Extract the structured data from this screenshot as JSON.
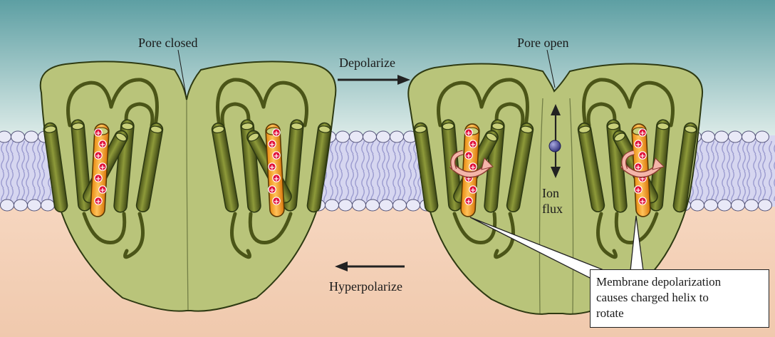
{
  "labels": {
    "pore_closed": "Pore closed",
    "pore_open": "Pore open",
    "depolarize": "Depolarize",
    "hyperpolarize": "Hyperpolarize",
    "ion": "Ion",
    "flux": "flux"
  },
  "callout": {
    "line1": "Membrane depolarization",
    "line2": "causes charged helix to",
    "line3": "rotate"
  },
  "charge_symbol": "+",
  "colors": {
    "sky_top": "#5d9fa3",
    "sky_bottom": "#dcebe8",
    "cytoplasm": "#f4d3ba",
    "protein_fill": "#b9c47a",
    "protein_stroke": "#2e3a12",
    "helix": "#6e7a25",
    "s4_helix": "#f5a023",
    "charge": "#e0103a",
    "lipid": "#c9c9ea",
    "arrow": "#222222",
    "ion": "#3f3f90",
    "rotation_arrow": "#f4b5a9"
  }
}
